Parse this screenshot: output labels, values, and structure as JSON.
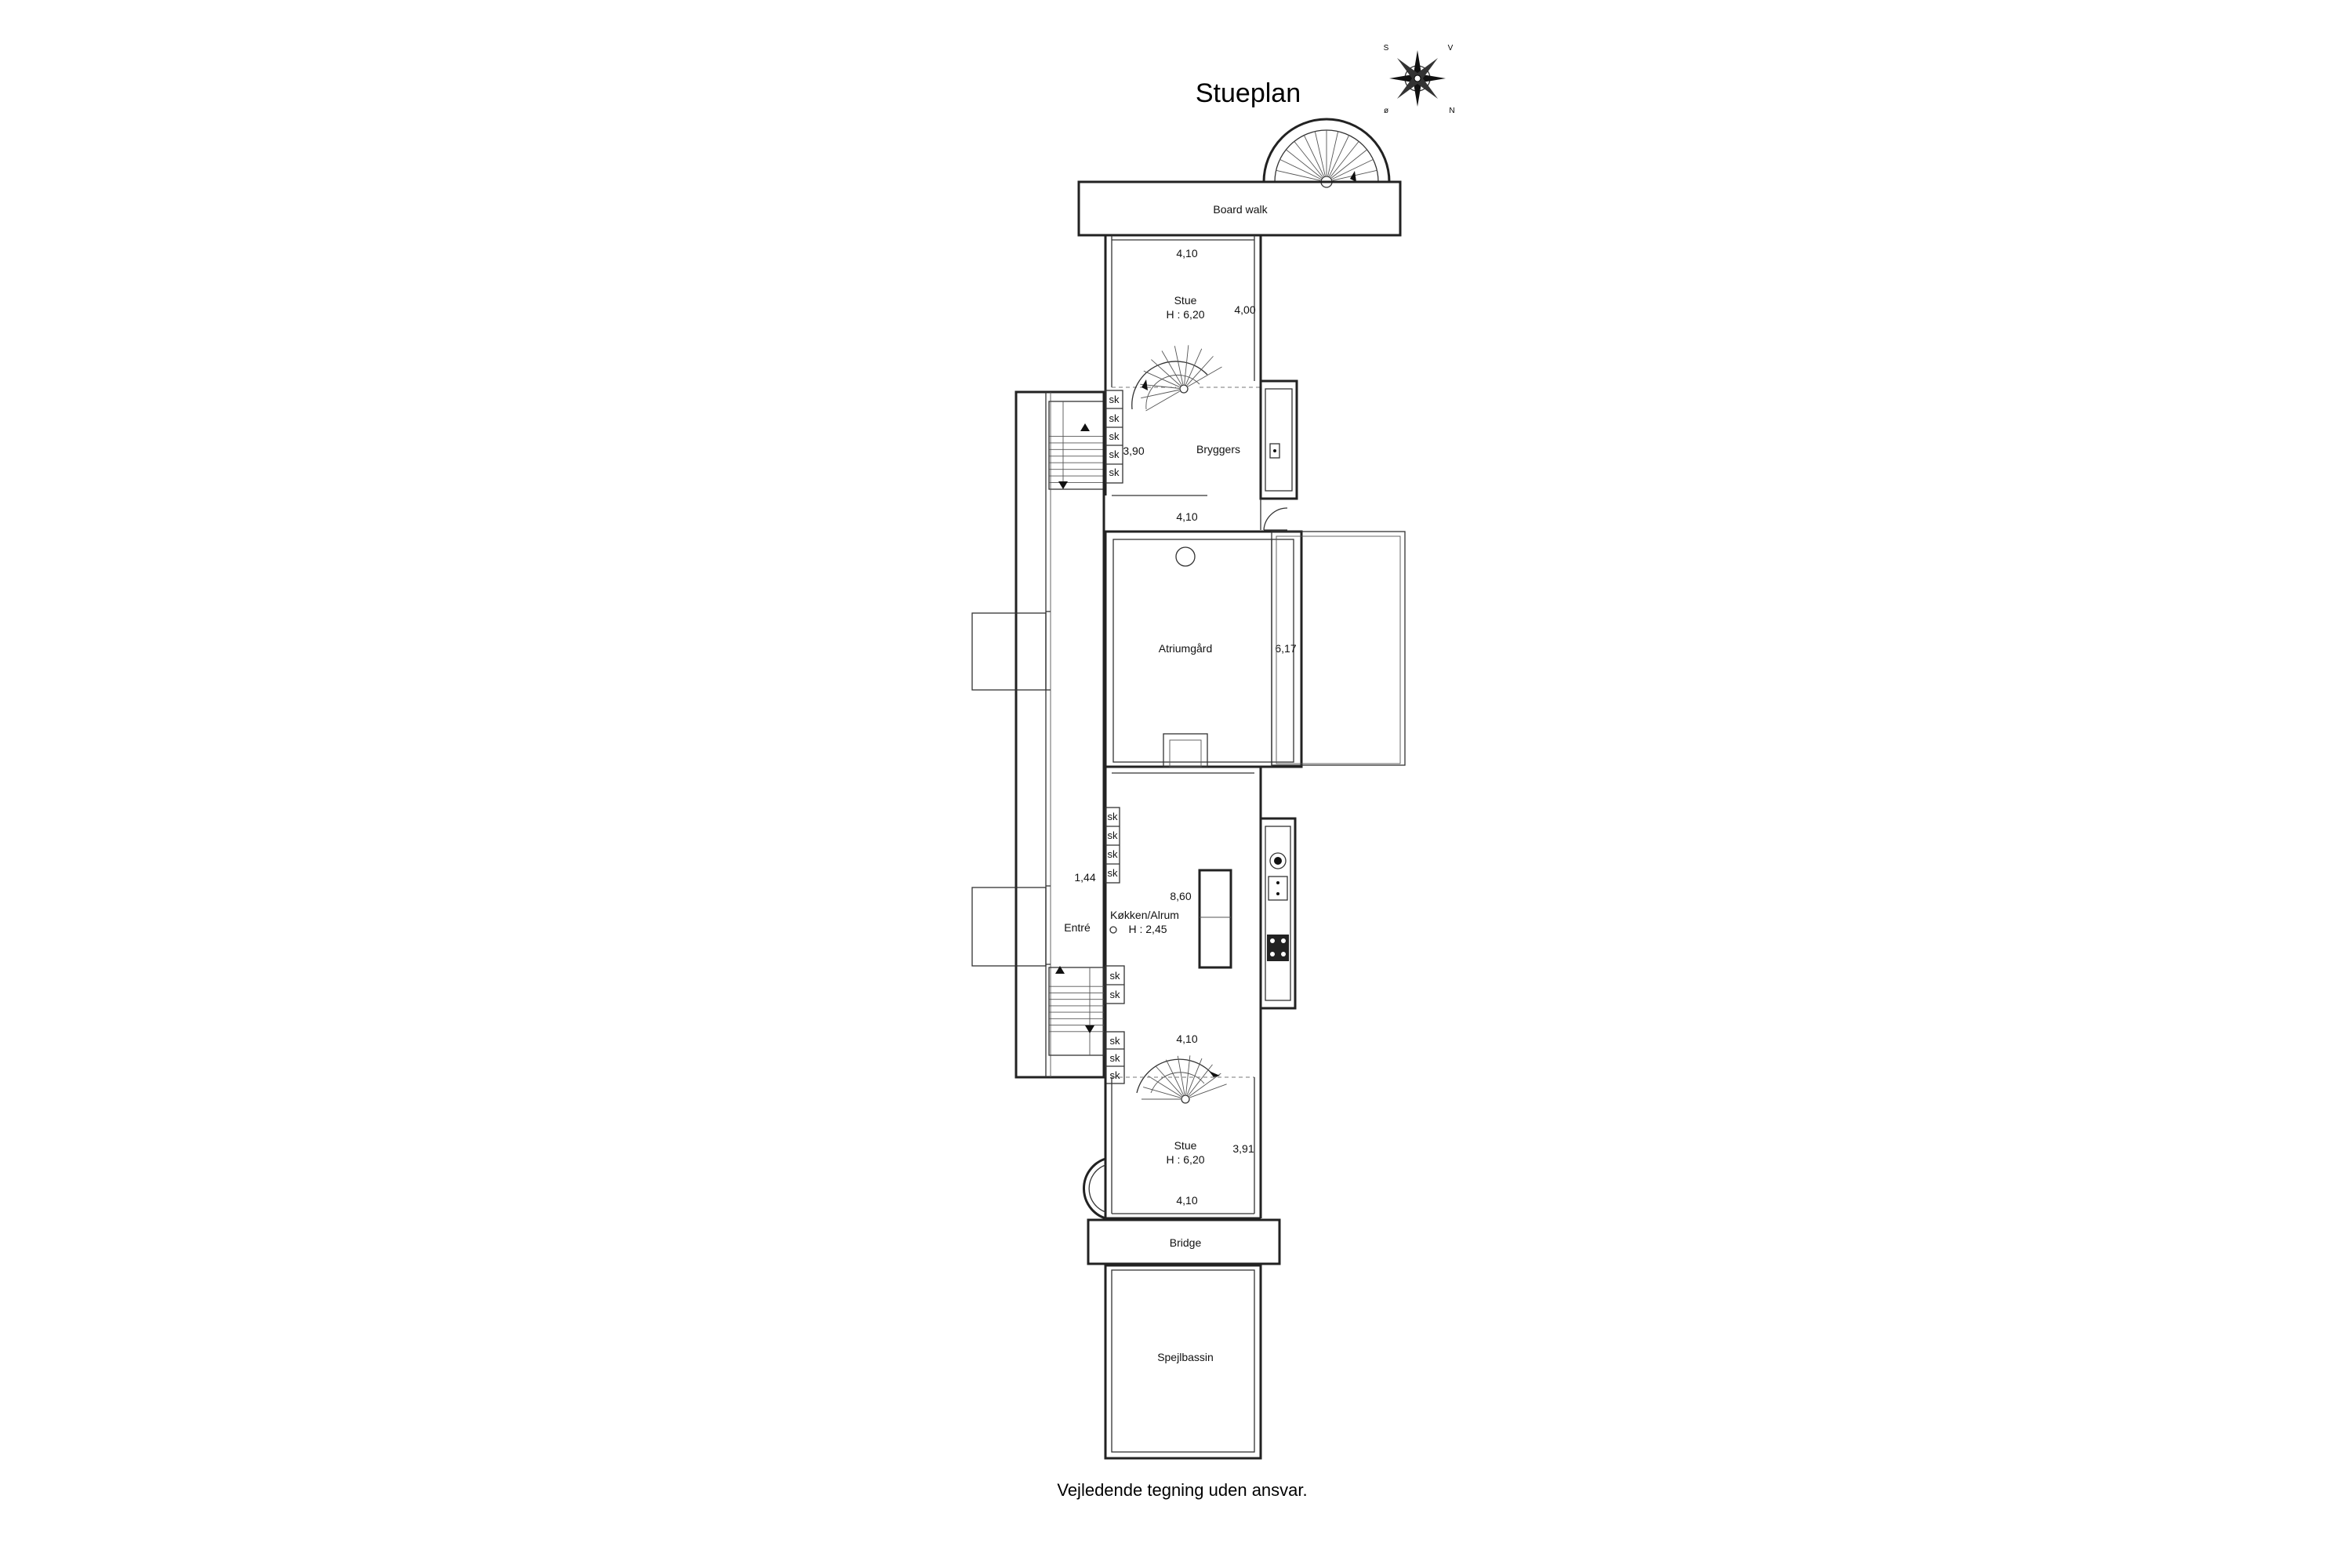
{
  "title": "Stueplan",
  "disclaimer": "Vejledende tegning uden ansvar.",
  "compass": {
    "s": "S",
    "v": "V",
    "o": "ø",
    "n": "N"
  },
  "rooms": {
    "board_walk": "Board walk",
    "stue_top": "Stue",
    "stue_top_height": "H : 6,20",
    "bryggers": "Bryggers",
    "atriumgard": "Atriumgård",
    "kokken": "Køkken/Alrum",
    "kokken_height": "H : 2,45",
    "entre": "Entré",
    "stue_bottom": "Stue",
    "stue_bottom_height": "H : 6,20",
    "bridge": "Bridge",
    "spejlbassin": "Spejlbassin"
  },
  "dimensions": {
    "stue_top_width": "4,10",
    "stue_top_depth": "4,00",
    "bryggers_depth": "3,90",
    "bryggers_width": "4,10",
    "atrium_depth": "6,17",
    "entre_width": "1,44",
    "kokken_depth": "8,60",
    "kokken_width": "4,10",
    "stue_bottom_depth": "3,91",
    "stue_bottom_width": "4,10"
  },
  "cabinet_label": "sk"
}
